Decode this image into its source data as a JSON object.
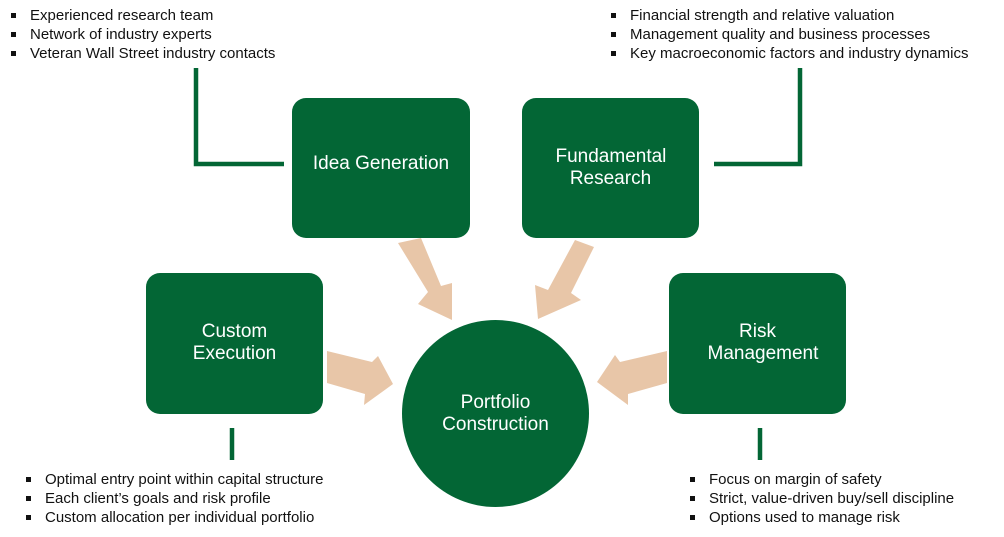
{
  "colors": {
    "primary_green": "#036635",
    "arrow_tan": "#E8C6A8",
    "text": "#111111"
  },
  "nodes": {
    "idea_generation": {
      "label": "Idea Generation",
      "bullets": [
        "Experienced research team",
        "Network of industry experts",
        "Veteran Wall Street industry contacts"
      ]
    },
    "fundamental_research": {
      "label": "Fundamental Research",
      "bullets": [
        "Financial strength and relative valuation",
        "Management quality and business processes",
        "Key macroeconomic factors and industry dynamics"
      ]
    },
    "custom_execution": {
      "label": "Custom Execution",
      "bullets": [
        "Optimal entry point within capital structure",
        "Each client’s goals and risk profile",
        "Custom allocation per individual portfolio"
      ]
    },
    "risk_management": {
      "label": "Risk Management",
      "bullets": [
        "Focus on margin of safety",
        "Strict, value-driven buy/sell discipline",
        "Options used to manage risk"
      ]
    },
    "portfolio_construction": {
      "label": "Portfolio Construction"
    }
  }
}
